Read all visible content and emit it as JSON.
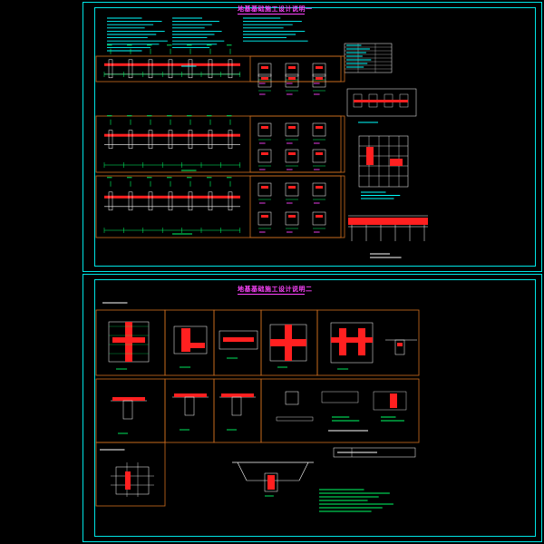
{
  "sheets": [
    {
      "title": "地基基础施工设计说明一"
    },
    {
      "title": "地基基础施工设计说明二"
    }
  ],
  "colors": {
    "frame": "#00e5e5",
    "panel": "#d07020",
    "title": "#ff44ff",
    "rebar": "#ff2020",
    "dimension": "#00ff66",
    "note": "#00ffff",
    "line": "#ffffff"
  },
  "icons": [
    "cad-frame",
    "detail-drawing"
  ]
}
